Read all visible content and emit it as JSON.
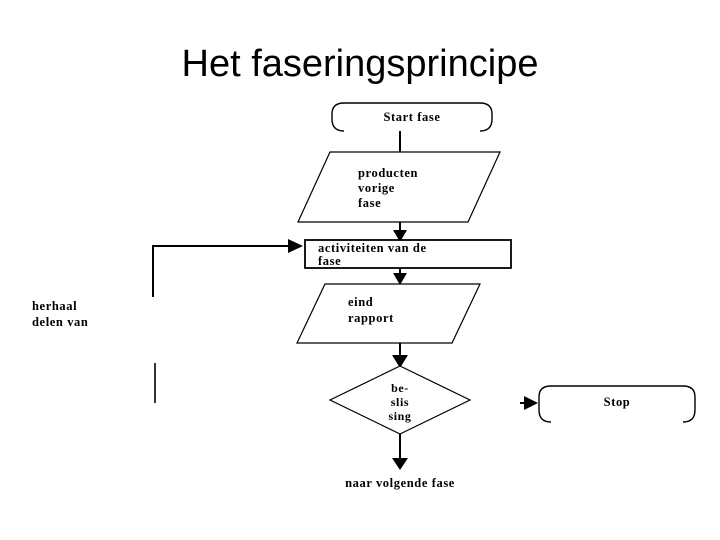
{
  "slide": {
    "title": "Het faseringsprincipe",
    "background_color": "#ffffff",
    "ink_color": "#000000"
  },
  "diagram": {
    "type": "flowchart",
    "orientation": "top-to-bottom",
    "nodes": [
      {
        "id": "start",
        "shape": "rounded-rectangle",
        "label": "Start fase",
        "lines": [
          "Start fase"
        ]
      },
      {
        "id": "input-products",
        "shape": "parallelogram",
        "label": "producten vorige fase",
        "lines": [
          "producten",
          "vorige",
          "fase"
        ]
      },
      {
        "id": "activities",
        "shape": "rectangle",
        "label": "activiteiten van de fase",
        "lines": [
          "activiteiten van de",
          "fase"
        ]
      },
      {
        "id": "end-report",
        "shape": "parallelogram",
        "label": "eind rapport",
        "lines": [
          "eind",
          "rapport"
        ]
      },
      {
        "id": "decision",
        "shape": "diamond",
        "label": "beslissing",
        "lines": [
          "be-",
          "slis",
          "sing"
        ]
      },
      {
        "id": "stop",
        "shape": "rounded-rectangle",
        "label": "Stop",
        "lines": [
          "Stop"
        ]
      }
    ],
    "annotations": [
      {
        "id": "repeat-loop-label",
        "label": "herhaal delen van",
        "lines": [
          "herhaal",
          "delen van"
        ],
        "position": "left"
      },
      {
        "id": "next-phase-label",
        "label": "naar volgende fase",
        "lines": [
          "naar volgende fase"
        ],
        "position": "bottom"
      }
    ],
    "edges": [
      {
        "from": "start",
        "to": "input-products",
        "style": "plain"
      },
      {
        "from": "input-products",
        "to": "activities",
        "style": "arrow"
      },
      {
        "from": "activities",
        "to": "end-report",
        "style": "arrow"
      },
      {
        "from": "end-report",
        "to": "decision",
        "style": "arrow"
      },
      {
        "from": "decision",
        "to": "next-phase-label",
        "style": "arrow"
      },
      {
        "from": "decision",
        "to": "stop",
        "style": "arrow"
      },
      {
        "from": "repeat-loop-label",
        "to": "activities",
        "style": "feedback-arrow"
      }
    ]
  }
}
